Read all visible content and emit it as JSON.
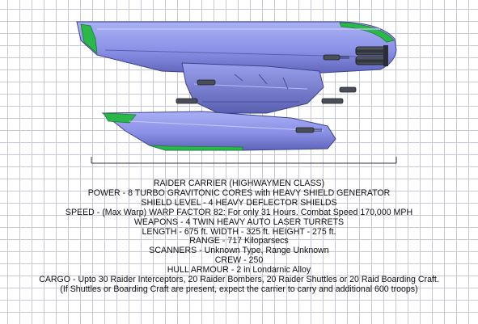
{
  "specs": {
    "title": "RAIDER CARRIER (HIGHWAYMEN CLASS)",
    "power": "POWER - 8 TURBO GRAVITONIC CORES with HEAVY SHIELD GENERATOR",
    "shield": "SHIELD LEVEL - 4 HEAVY DEFLECTOR SHIELDS",
    "speed": "SPEED - (Max Warp) WARP FACTOR 82: For only 31 Hours. Combat Speed 170,000 MPH",
    "weapons": "WEAPONS - 4 TWIN HEAVY AUTO LASER TURRETS",
    "length": "LENGTH - 675 ft. WIDTH - 325 ft. HEIGHT - 275 ft.",
    "range": "RANGE - 717 Kiloparsecs",
    "scanners": "SCANNERS - Unknown Type, Range Unknown",
    "crew": "CREW - 250",
    "hull": "HULL ARMOUR - 2 in Londarnic Alloy",
    "cargo": "CARGO - Upto 30 Raider Interceptors, 20 Raider Bombers, 20 Raider Shuttles or 20 Raid Boarding Craft.",
    "cargo_note": "(If Shuttles or Boarding Craft are present, expect the carrier to carry and additional 600 troops)"
  },
  "colors": {
    "hull": "#8a90e6",
    "hull_light": "#aab0f4",
    "hull_dark": "#4a4f9c",
    "trim": "#2bb84a",
    "engine": "#3c4048",
    "grid": "#c8c8d4"
  }
}
